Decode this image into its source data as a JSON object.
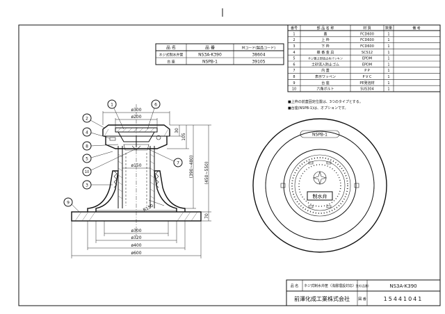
{
  "parts_table": {
    "headers": [
      "番号",
      "部 品 名 称",
      "材 質",
      "数量",
      "備 考"
    ],
    "rows": [
      {
        "no": "1",
        "name": "蓋",
        "material": "FCD600",
        "qty": "1",
        "note": ""
      },
      {
        "no": "2",
        "name": "上 枠",
        "material": "FCD600",
        "qty": "1",
        "note": ""
      },
      {
        "no": "3",
        "name": "下 枠",
        "material": "FCD600",
        "qty": "1",
        "note": ""
      },
      {
        "no": "4",
        "name": "蝶 番 金 具",
        "material": "SCS12",
        "qty": "1",
        "note": ""
      },
      {
        "no": "5",
        "name": "ネジ蓋上部抜止めパッキン",
        "material": "EPDM",
        "qty": "1",
        "note": ""
      },
      {
        "no": "6",
        "name": "土砂流入防止ゴム",
        "material": "EPDM",
        "qty": "1",
        "note": ""
      },
      {
        "no": "7",
        "name": "内 蓋",
        "material": "P P",
        "qty": "1",
        "note": ""
      },
      {
        "no": "8",
        "name": "表示ワッペン",
        "material": "P V C",
        "qty": "1",
        "note": ""
      },
      {
        "no": "9",
        "name": "台 座",
        "material": "PE発泡材",
        "qty": "1",
        "note": ""
      },
      {
        "no": "10",
        "name": "六角ボルト",
        "material": "SUS304",
        "qty": "1",
        "note": ""
      }
    ]
  },
  "notes": [
    "■上枠の前蓋固定位置は、3つのタイプとする。",
    "■台座(NSPB-1)は、オプションです。"
  ],
  "product_table": {
    "headers": [
      "品 名",
      "品 番",
      "Mコード(製品コード)"
    ],
    "rows": [
      {
        "name": "ネジ式制水弁筐",
        "code": "NS3A-K390",
        "mcode": "38604"
      },
      {
        "name": "台 座",
        "code": "NSPB-1",
        "mcode": "39105"
      }
    ]
  },
  "dimensions": {
    "d300_top": "ø300",
    "d200": "ø200",
    "d150": "ø150",
    "d300_bottom": "ø300",
    "d320": "ø320",
    "d400": "ø400",
    "d600": "ø600",
    "h30": "30",
    "h105": "105",
    "h390_480": "(390~480)",
    "h450_550": "(450~550)",
    "h70": "70",
    "r150": "R150"
  },
  "balloons": [
    "1",
    "2",
    "3",
    "4",
    "5",
    "6",
    "7",
    "8",
    "9",
    "10"
  ],
  "plan_view": {
    "cover_label": "制水弁",
    "center_text": "NSPB-1"
  },
  "title_block": {
    "item_label": "品 名",
    "item_value": "ネジ式制水弁筐（浅層埋設対応）",
    "model_label": "型式(品番)",
    "model_value": "NS3A-K390",
    "company": "前澤化成工業株式会社",
    "drawing_label": "図 番",
    "drawing_no": "15441041"
  }
}
